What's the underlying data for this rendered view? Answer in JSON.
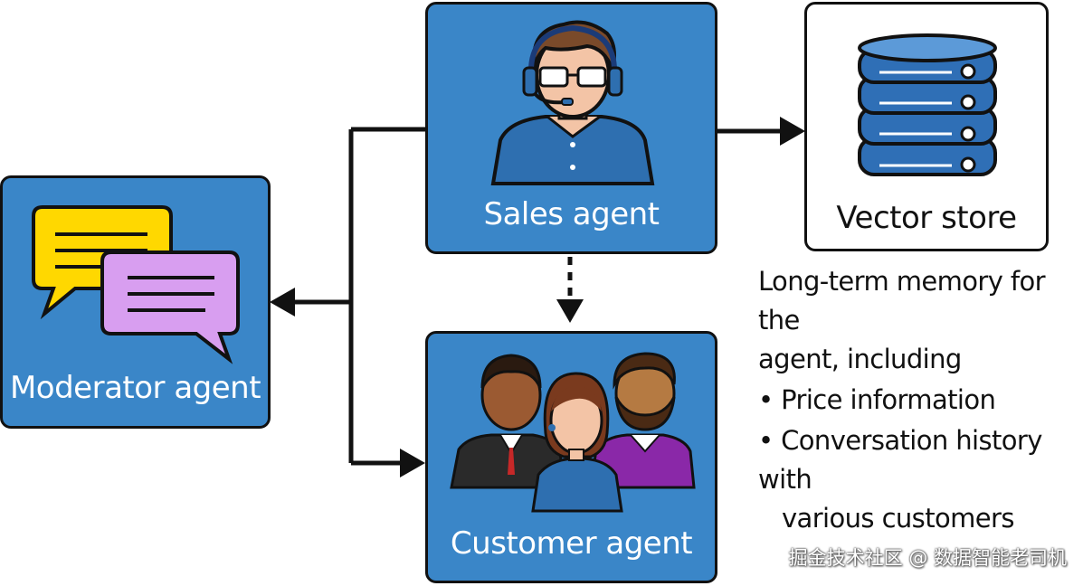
{
  "nodes": {
    "sales": {
      "label": "Sales agent"
    },
    "vector": {
      "label": "Vector store"
    },
    "moderator": {
      "label": "Moderator agent"
    },
    "customer": {
      "label": "Customer agent"
    }
  },
  "notes": {
    "intro_line1": "Long-term memory for the",
    "intro_line2": "agent, including",
    "bullet1": "• Price information",
    "bullet2_line1": "• Conversation history with",
    "bullet2_line2": "various customers"
  },
  "watermark": "掘金技术社区 @ 数据智能老司机",
  "colors": {
    "box_blue": "#3a86c8",
    "chat_yellow": "#ffd800",
    "chat_purple": "#d89ef0",
    "db_blue": "#2f6fb6"
  },
  "icons": [
    "headset-agent-icon",
    "database-icon",
    "chat-bubbles-icon",
    "customer-group-icon"
  ]
}
